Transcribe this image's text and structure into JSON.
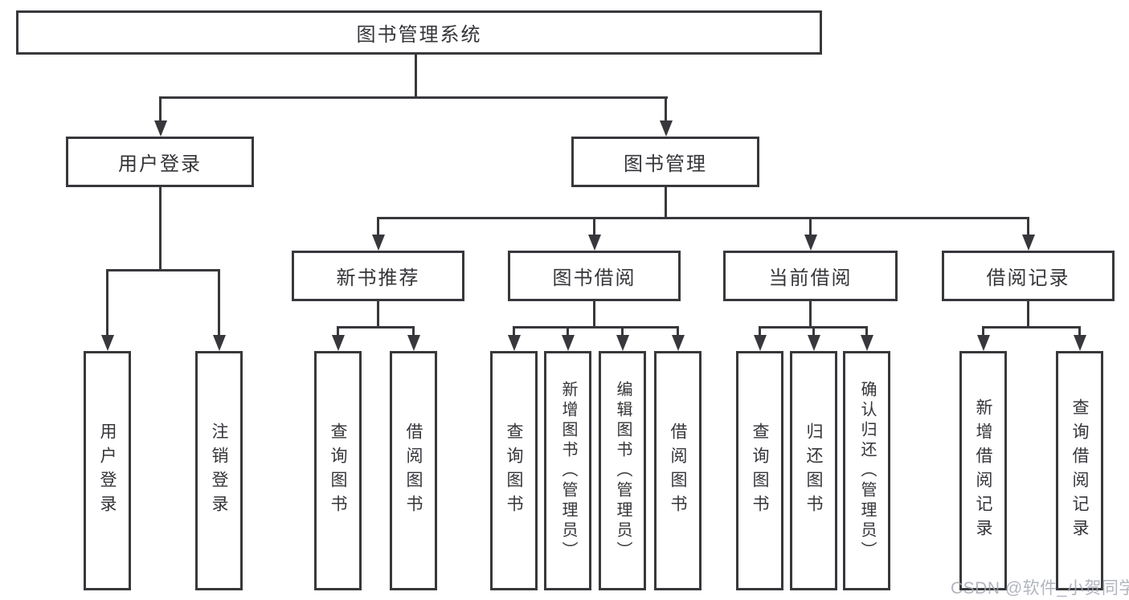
{
  "diagram": {
    "root": {
      "label": "图书管理系统"
    },
    "branches": [
      {
        "label": "用户登录",
        "children": [
          {
            "label": "用户登录"
          },
          {
            "label": "注销登录"
          }
        ]
      },
      {
        "label": "图书管理",
        "children": [
          {
            "label": "新书推荐",
            "children": [
              {
                "label": "查询图书"
              },
              {
                "label": "借阅图书"
              }
            ]
          },
          {
            "label": "图书借阅",
            "children": [
              {
                "label": "查询图书"
              },
              {
                "label": "新增图书（管理员）"
              },
              {
                "label": "编辑图书（管理员）"
              },
              {
                "label": "借阅图书"
              }
            ]
          },
          {
            "label": "当前借阅",
            "children": [
              {
                "label": "查询图书"
              },
              {
                "label": "归还图书"
              },
              {
                "label": "确认归还（管理员）"
              }
            ]
          },
          {
            "label": "借阅记录",
            "children": [
              {
                "label": "新增借阅记录"
              },
              {
                "label": "查询借阅记录"
              }
            ]
          }
        ]
      }
    ],
    "watermark": "CSDN @软件_小贺同学",
    "colors": {
      "line": "#38383c",
      "text": "#35353a",
      "watermark": "#a4a8b4",
      "background": "#ffffff"
    }
  }
}
